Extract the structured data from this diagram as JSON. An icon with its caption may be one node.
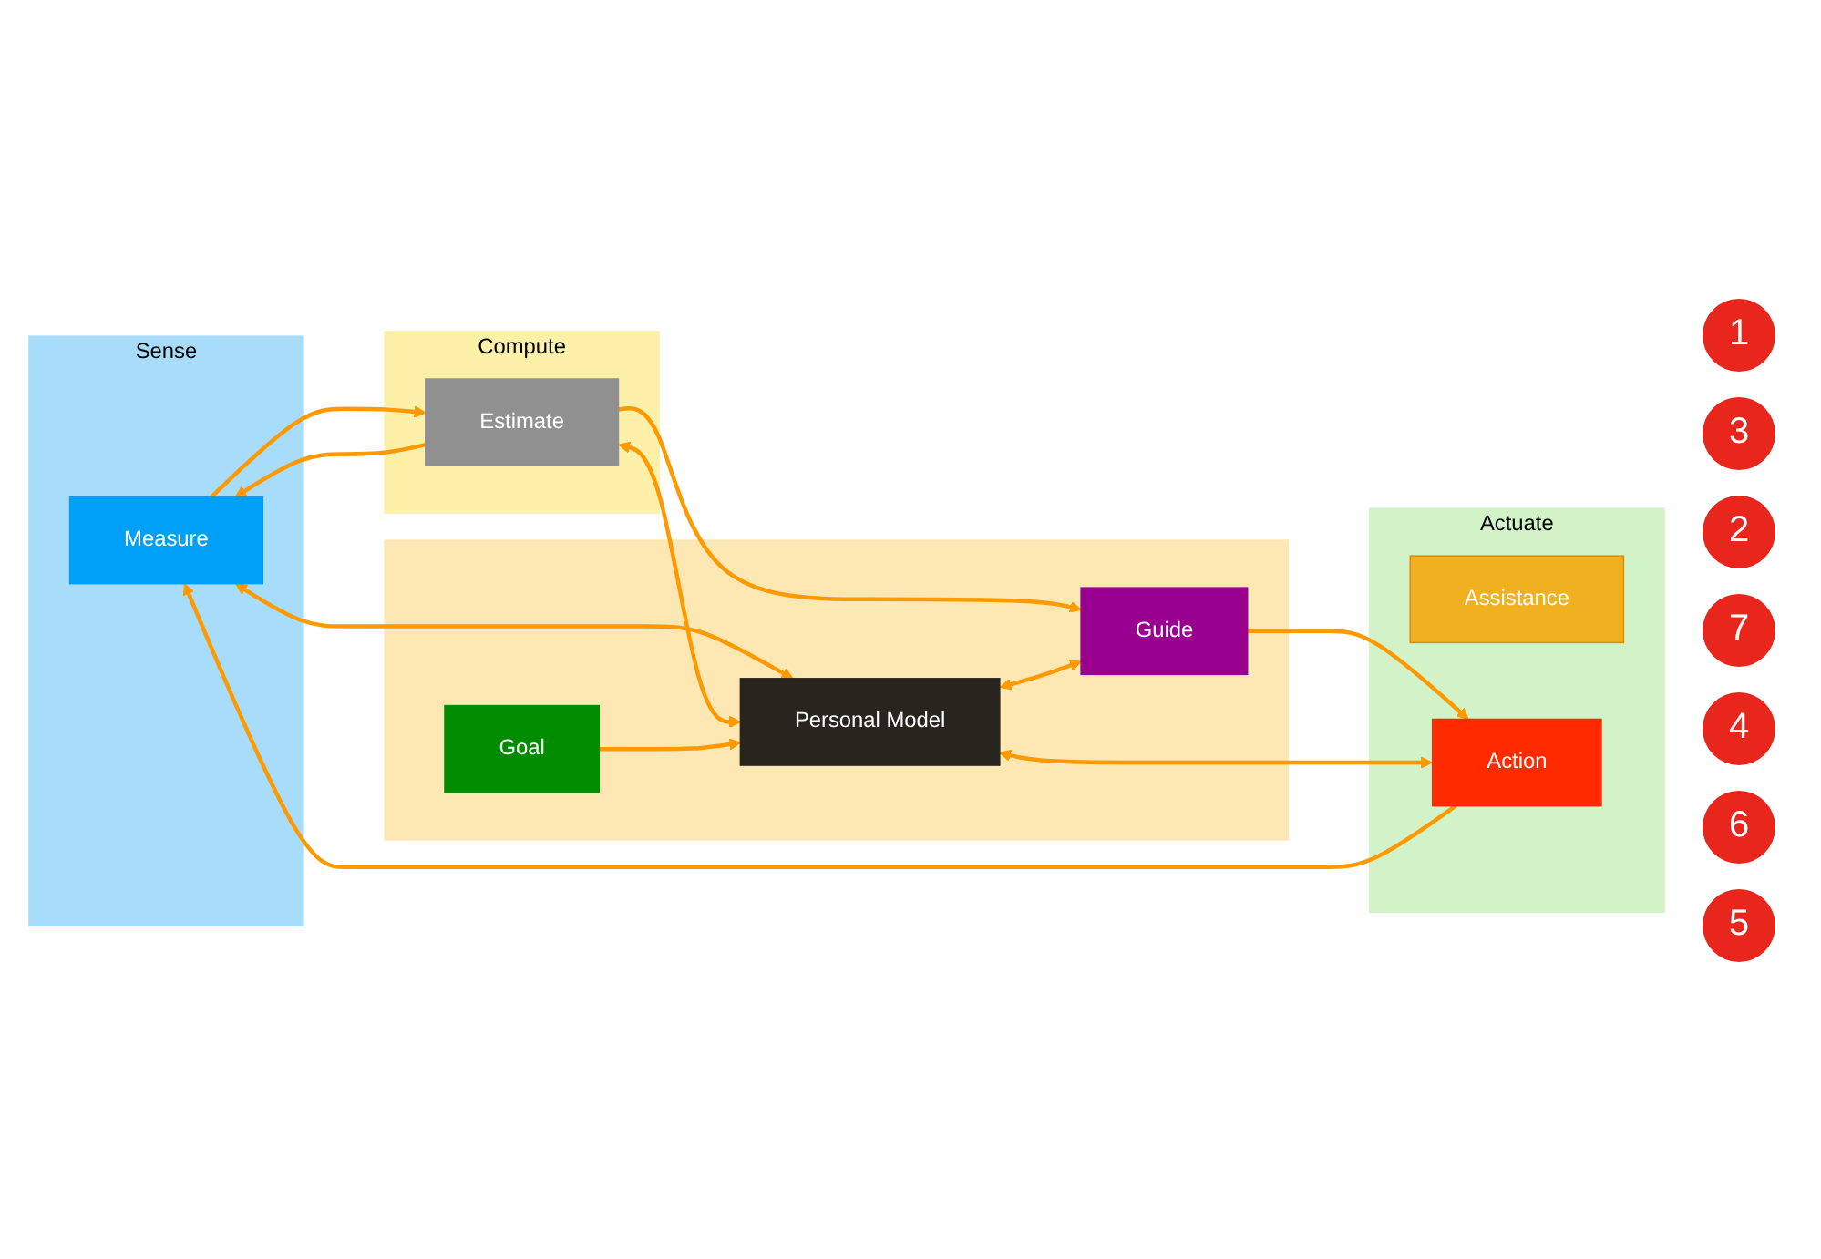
{
  "diagram": {
    "nodes": [
      {
        "text": [
          "Sense"
        ]
      },
      {
        "text": [
          "Measure"
        ],
        "in": 0
      },
      {
        "text": [
          "Compute"
        ]
      },
      {
        "text": [
          "Estimate"
        ],
        "in": 2
      },
      {
        "text": [
          "Actuate"
        ]
      },
      {
        "text": [
          "Assistance"
        ],
        "in": 4
      },
      {
        "text": [
          "Action"
        ],
        "in": 4
      },
      {
        "text": [],
        "shape": "box"
      },
      {
        "text": [
          "Personal Model"
        ],
        "in": 7
      },
      {
        "text": [
          "Goal"
        ],
        "in": 7
      },
      {
        "text": [
          "Guide"
        ],
        "in": 7
      }
    ],
    "edges": [
      {
        "from": 1,
        "to": 3,
        "arrow": "to"
      },
      {
        "from": 3,
        "to": 1,
        "arrow": "to"
      },
      {
        "from": 1,
        "to": 8,
        "arrow": "both"
      },
      {
        "from": 3,
        "to": 8,
        "arrow": "both"
      },
      {
        "from": 3,
        "to": 10,
        "arrow": "to"
      },
      {
        "from": 9,
        "to": 8,
        "arrow": "to"
      },
      {
        "from": 8,
        "to": 10,
        "arrow": "both"
      },
      {
        "from": 10,
        "to": 6,
        "arrow": "to"
      },
      {
        "from": 6,
        "to": 8,
        "arrow": "both"
      },
      {
        "from": 6,
        "to": 1,
        "arrow": "to"
      }
    ],
    "labels": [
      "1",
      "3",
      "2",
      "7",
      "4",
      "6",
      "5"
    ]
  }
}
